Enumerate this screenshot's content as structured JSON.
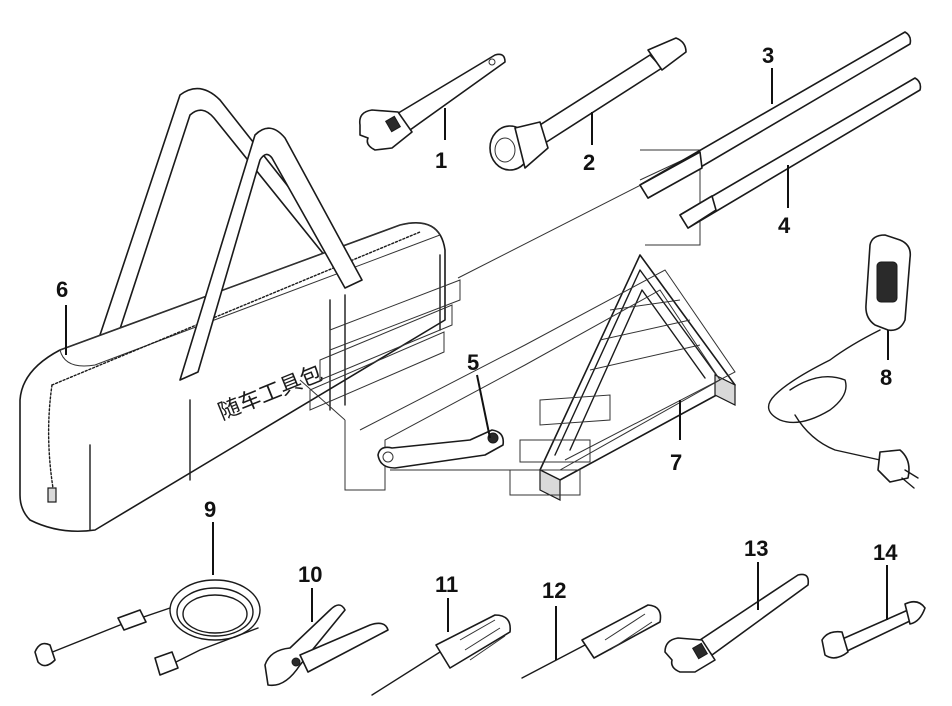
{
  "diagram": {
    "bag_print": "随车工具包",
    "callouts": [
      "1",
      "2",
      "3",
      "4",
      "5",
      "6",
      "7",
      "8",
      "9",
      "10",
      "11",
      "12",
      "13",
      "14"
    ]
  }
}
